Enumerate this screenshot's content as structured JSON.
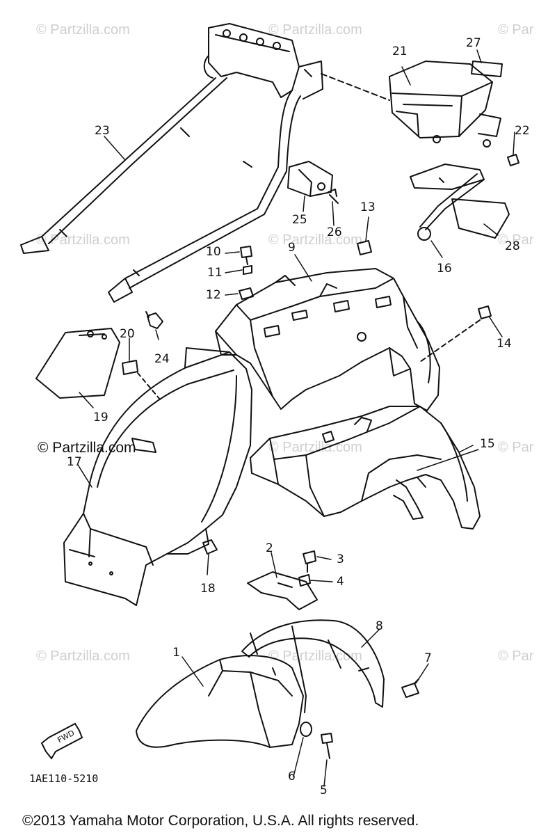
{
  "watermarks": {
    "repeat_text": "© Partzilla.com",
    "edge_text": "© Par",
    "main_text": "© Partzilla.com"
  },
  "callouts": [
    "1",
    "2",
    "3",
    "4",
    "5",
    "6",
    "7",
    "8",
    "9",
    "10",
    "11",
    "12",
    "13",
    "14",
    "15",
    "16",
    "17",
    "18",
    "19",
    "20",
    "21",
    "22",
    "23",
    "24",
    "25",
    "26",
    "27",
    "28"
  ],
  "fwd_label": "FWD",
  "part_code": "1AE110-5210",
  "copyright": "©2013  Yamaha Motor Corporation, U.S.A. All rights reserved.",
  "colors": {
    "line": "#111111",
    "watermark": "#cfcfcf",
    "background": "#ffffff"
  }
}
